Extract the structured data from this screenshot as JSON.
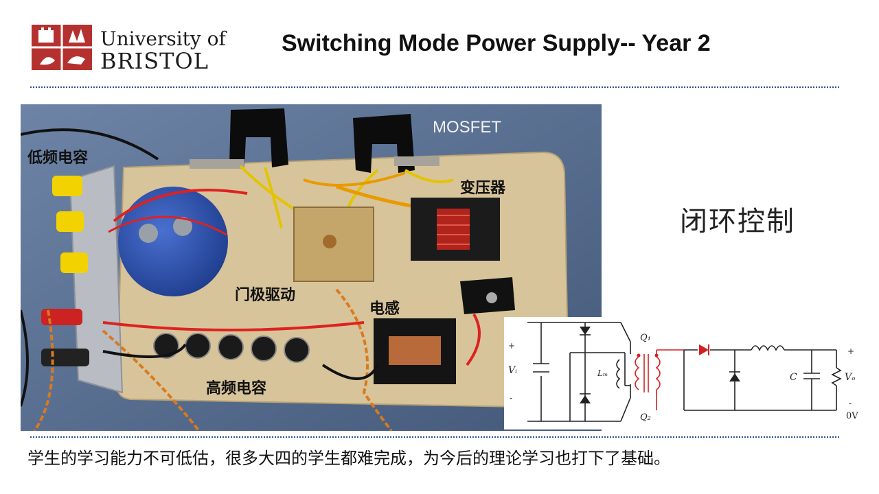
{
  "header": {
    "logo_line1": "University of",
    "logo_line2": "BRISTOL",
    "title": "Switching Mode Power Supply-- Year 2"
  },
  "photo": {
    "labels": {
      "mosfet": "MOSFET",
      "low_freq_cap": "低频电容",
      "transformer": "变压器",
      "gate_drive": "门极驱动",
      "inductor": "电感",
      "high_freq_cap": "高频电容"
    }
  },
  "side_text": "闭环控制",
  "circuit": {
    "q1": "Q₁",
    "q2": "Q₂",
    "vi": "Vᵢ",
    "lm": "Lₘ",
    "c": "C",
    "vo": "Vₒ",
    "zero_v": "0V",
    "plus": "+",
    "minus": "-"
  },
  "caption": "学生的学习能力不可低估，很多大四的学生都难完成，为今后的理论学习也打下了基础。",
  "colors": {
    "divider": "#2d4f8a",
    "board": "#d8c49a",
    "capacitor_blue": "#2f55b8",
    "diode_red": "#d42020",
    "transformer_red": "#c8332b"
  }
}
